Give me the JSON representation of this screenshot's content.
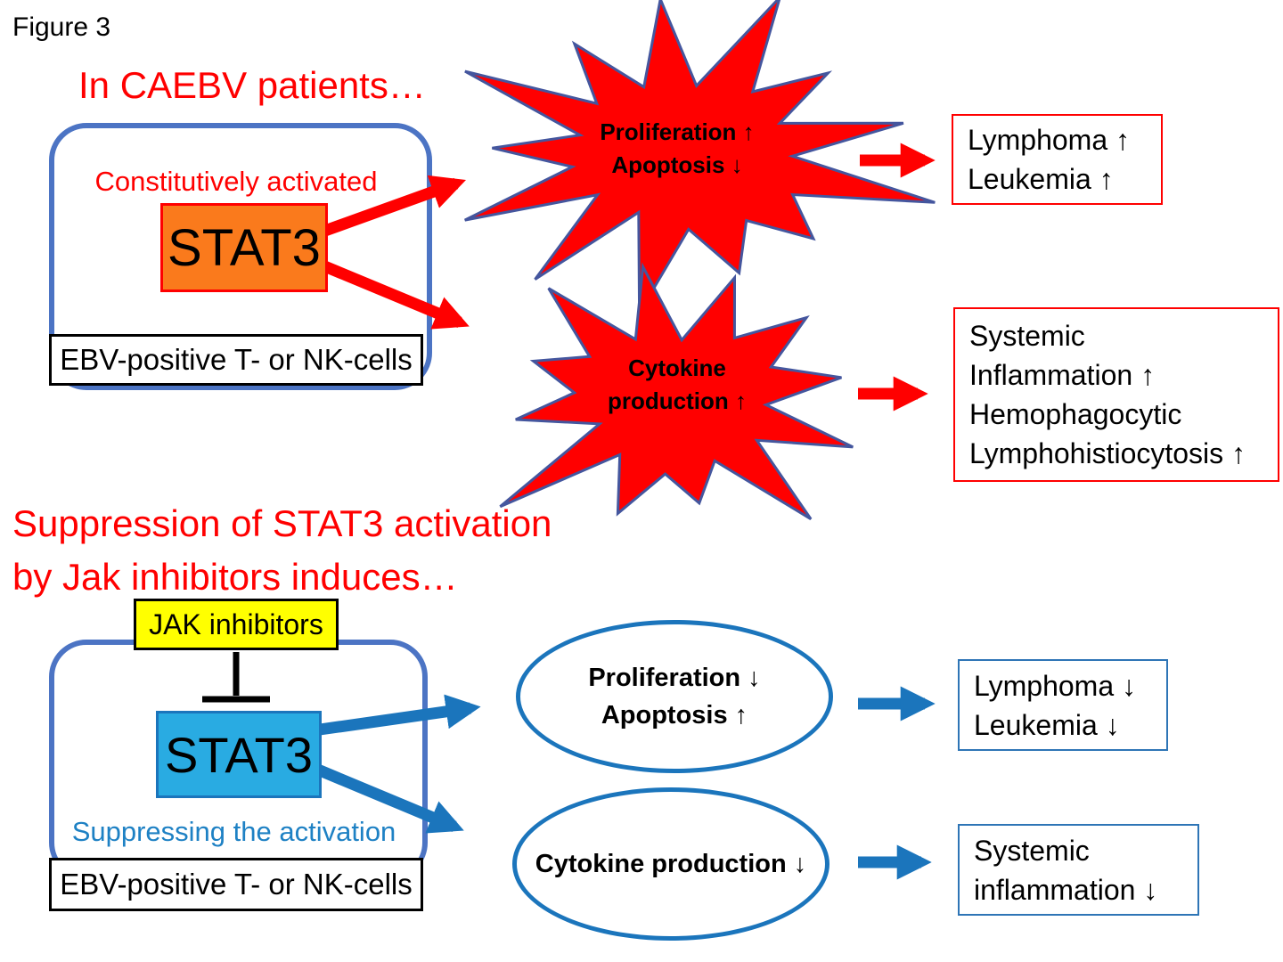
{
  "figure_label": "Figure 3",
  "colors": {
    "red": "#FF0000",
    "starburst_outline": "#44569E",
    "orange_fill": "#FA7A1C",
    "yellow_fill": "#FFFF00",
    "cyan_fill": "#29ABE2",
    "blue_arrow": "#1B75BC",
    "cell_outline": "#4C74C4",
    "blue_text": "#1E81C4"
  },
  "top": {
    "heading": "In CAEBV patients…",
    "cell": {
      "activation_label": "Constitutively activated",
      "stat3": "STAT3",
      "cell_type": "EBV-positive T- or NK-cells"
    },
    "burst1": [
      "Proliferation ↑",
      "Apoptosis ↓"
    ],
    "burst2": [
      "Cytokine",
      "production ↑"
    ],
    "outcome1": [
      "Lymphoma ↑",
      "Leukemia ↑"
    ],
    "outcome2": [
      "Systemic",
      "Inflammation ↑",
      "Hemophagocytic",
      "Lymphohistiocytosis ↑"
    ]
  },
  "bottom": {
    "heading_line1": "Suppression of STAT3 activation",
    "heading_line2": "by Jak inhibitors induces…",
    "jak": "JAK inhibitors",
    "cell": {
      "suppress_label": "Suppressing the activation",
      "stat3": "STAT3",
      "cell_type": "EBV-positive T- or NK-cells"
    },
    "ellipse1": [
      "Proliferation ↓",
      "Apoptosis ↑"
    ],
    "ellipse2": [
      "Cytokine production ↓"
    ],
    "outcome1": [
      "Lymphoma ↓",
      "Leukemia ↓"
    ],
    "outcome2": [
      "Systemic",
      "inflammation ↓"
    ]
  }
}
